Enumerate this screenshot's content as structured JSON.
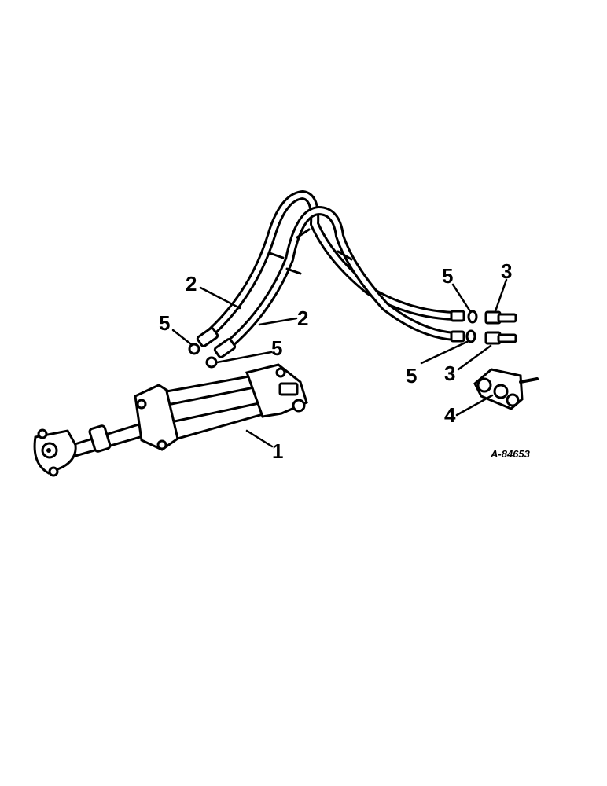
{
  "callouts": {
    "c1": "1",
    "c2a": "2",
    "c2b": "2",
    "c3a": "3",
    "c3b": "3",
    "c4": "4",
    "c5a": "5",
    "c5b": "5",
    "c5c": "5",
    "c5d": "5"
  },
  "reference_number": "A-84653"
}
